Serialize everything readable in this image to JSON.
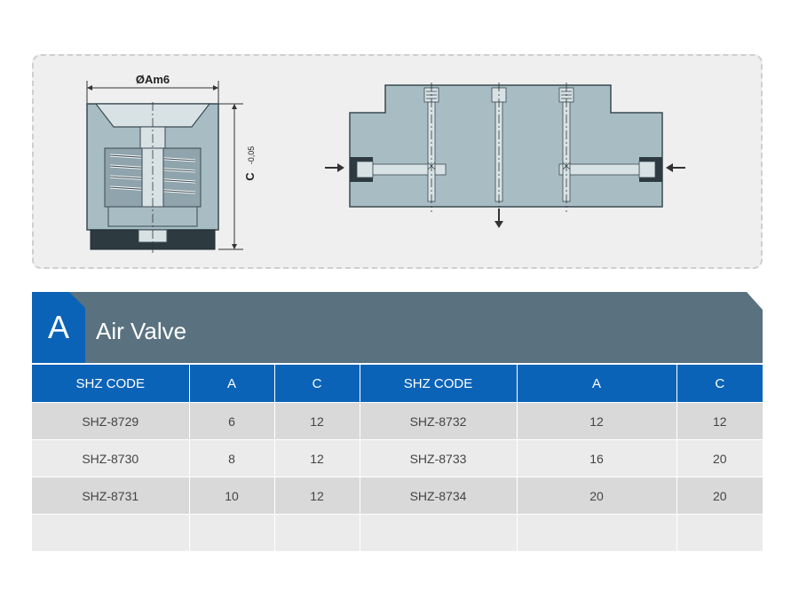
{
  "drawing": {
    "diameter_label": "ØAm6",
    "height_label": "C",
    "height_tolerance": "-0,05"
  },
  "section": {
    "letter": "A",
    "title": "Air Valve"
  },
  "table": {
    "headers": [
      "SHZ CODE",
      "A",
      "C",
      "SHZ CODE",
      "A",
      "C"
    ],
    "rows": [
      [
        "SHZ-8729",
        "6",
        "12",
        "SHZ-8732",
        "12",
        "12"
      ],
      [
        "SHZ-8730",
        "8",
        "12",
        "SHZ-8733",
        "16",
        "20"
      ],
      [
        "SHZ-8731",
        "10",
        "12",
        "SHZ-8734",
        "20",
        "20"
      ],
      [
        "",
        "",
        "",
        "",
        "",
        ""
      ]
    ]
  },
  "colors": {
    "header_blue": "#0b63b8",
    "banner_slate": "#5a727f",
    "part_fill": "#a8bcc3",
    "row_dark": "#d9d9d9",
    "row_light": "#ebebeb"
  }
}
